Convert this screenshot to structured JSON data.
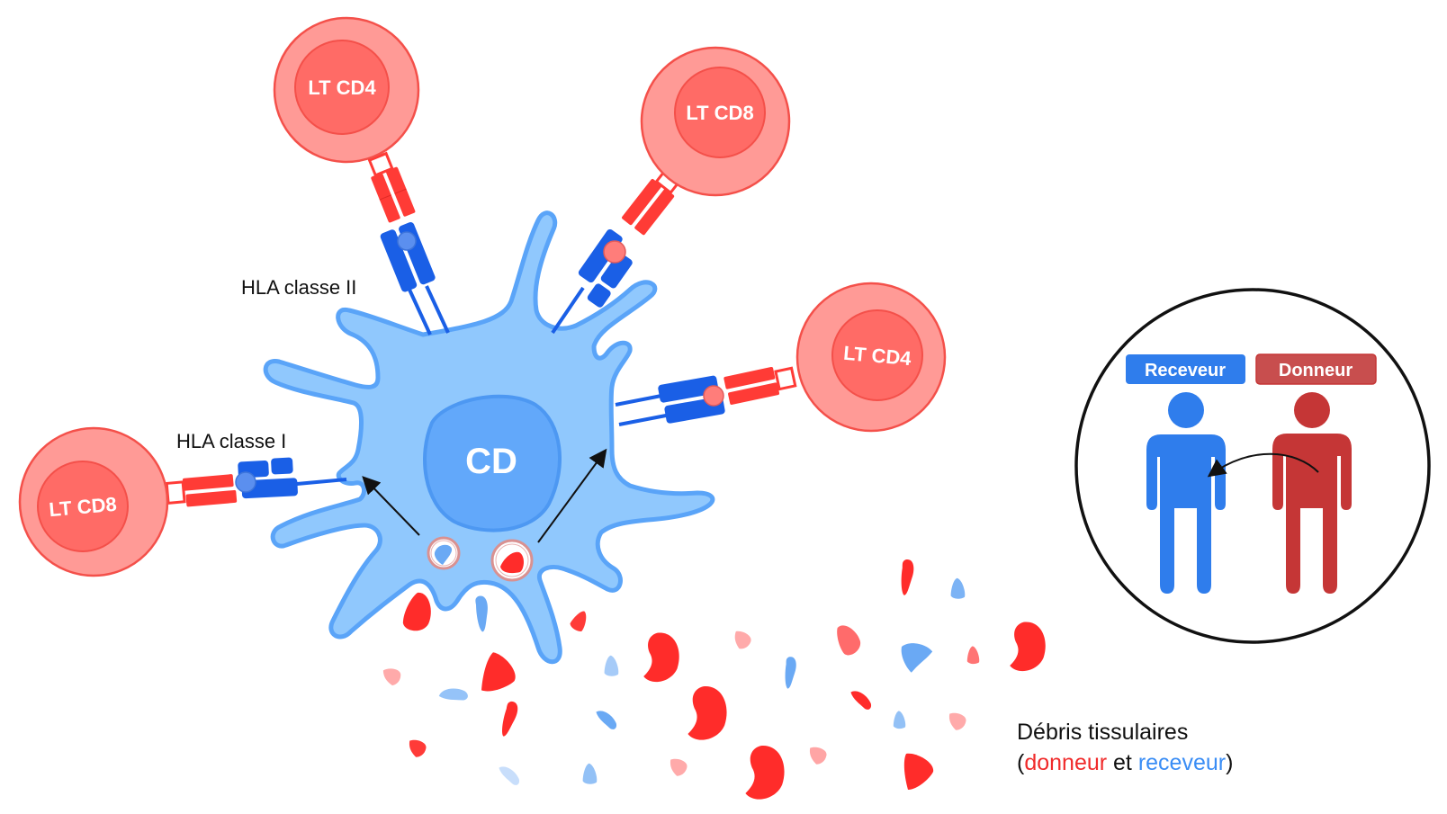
{
  "colors": {
    "t_cell_outer": "#FF9A96",
    "t_cell_inner": "#FF6B66",
    "t_cell_stroke": "#F4504A",
    "tcr_red": "#FF3B36",
    "hla_blue": "#1A5FE6",
    "cd_body": "#90C8FD",
    "cd_stroke": "#5AA4F8",
    "cd_nucleus": "#62A8FA",
    "receveur": "#2F7DEC",
    "donneur": "#C53636",
    "donneur_text": "#F02B2B",
    "receveur_text": "#3A8DF5",
    "peptide_self": "#5B8FEF",
    "peptide_donor": "#FF7D7A"
  },
  "cells": {
    "cd": {
      "label": "CD"
    },
    "t_cells": [
      {
        "id": "lt-cd4-top",
        "label": "LT CD4"
      },
      {
        "id": "lt-cd8-top",
        "label": "LT CD8"
      },
      {
        "id": "lt-cd4-right",
        "label": "LT CD4"
      },
      {
        "id": "lt-cd8-left",
        "label": "LT CD8"
      }
    ]
  },
  "labels": {
    "hla_class_ii": "HLA classe II",
    "hla_class_i": "HLA classe I"
  },
  "inset": {
    "receveur_tag": "Receveur",
    "donneur_tag": "Donneur"
  },
  "legend": {
    "line1": "Débris tissulaires",
    "open_paren": "(",
    "donneur": "donneur",
    "et": " et ",
    "receveur": "receveur",
    "close_paren": ")"
  },
  "debris": [
    {
      "c": "#FF2C2A"
    },
    {
      "c": "#6AA9F4"
    },
    {
      "c": "#FF3B38"
    },
    {
      "c": "#FFAAAA"
    },
    {
      "c": "#95C3F8"
    },
    {
      "c": "#FF2C2A"
    },
    {
      "c": "#FF2C2A"
    },
    {
      "c": "#FF3B38"
    },
    {
      "c": "#C8DEFB"
    },
    {
      "c": "#93C1F6"
    },
    {
      "c": "#A6CBF8"
    },
    {
      "c": "#FF2C2A"
    },
    {
      "c": "#FFAAAA"
    },
    {
      "c": "#FF2C2A"
    },
    {
      "c": "#6AA9F4"
    },
    {
      "c": "#FFAAAA"
    },
    {
      "c": "#FF2C2A"
    },
    {
      "c": "#FFA5A5"
    },
    {
      "c": "#6AA9F4"
    },
    {
      "c": "#FF6B6B"
    },
    {
      "c": "#FF2C2A"
    },
    {
      "c": "#93C1F6"
    },
    {
      "c": "#6AA9F4"
    },
    {
      "c": "#FF2C2A"
    },
    {
      "c": "#FF7474"
    },
    {
      "c": "#FFAAAA"
    },
    {
      "c": "#FF2C2A"
    },
    {
      "c": "#FF2C2A"
    },
    {
      "c": "#7CB3F5"
    }
  ]
}
